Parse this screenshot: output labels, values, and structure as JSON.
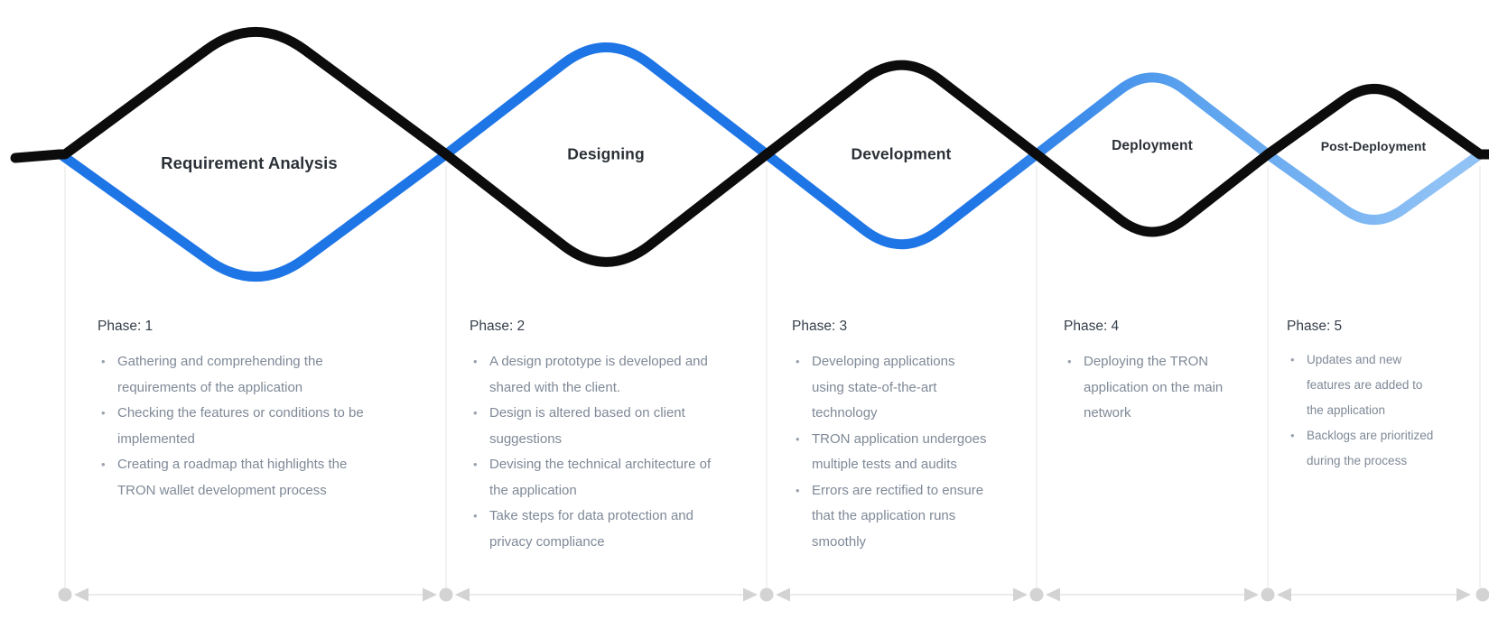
{
  "diagram": {
    "phases": [
      {
        "title": "Requirement Analysis",
        "phase_label": "Phase: 1",
        "bullets": [
          "Gathering and comprehending the requirements of the application",
          "Checking the features or conditions to be implemented",
          "Creating a roadmap that highlights the TRON wallet development process"
        ]
      },
      {
        "title": "Designing",
        "phase_label": "Phase: 2",
        "bullets": [
          "A design prototype is developed and shared with the client.",
          "Design is altered based on client suggestions",
          "Devising the technical architecture of the application",
          "Take steps for data protection and privacy compliance"
        ]
      },
      {
        "title": "Development",
        "phase_label": "Phase: 3",
        "bullets": [
          "Developing applications using state-of-the-art technology",
          "TRON application undergoes multiple tests and audits",
          "Errors are rectified to ensure that the application runs smoothly"
        ]
      },
      {
        "title": "Deployment",
        "phase_label": "Phase: 4",
        "bullets": [
          "Deploying the TRON application on the main network"
        ]
      },
      {
        "title": "Post-Deployment",
        "phase_label": "Phase: 5",
        "bullets": [
          "Updates and new features are added to the application",
          "Backlogs are prioritized during the process"
        ]
      }
    ],
    "timeline": {
      "marker_icon": "dot-with-inward-arrowheads",
      "dot_count": 6,
      "segment_count": 5
    },
    "colors": {
      "black_line": "#0c0c0c",
      "blue_line": "#1e75e6",
      "light_blue_line": "#90c2f5",
      "divider": "#e9e9e9",
      "marker": "#d3d3d3",
      "timeline_line": "#dfdfdf",
      "title_text": "#2c3138",
      "phase_label_text": "#363e4a",
      "bullet_text": "#7f8997"
    }
  }
}
